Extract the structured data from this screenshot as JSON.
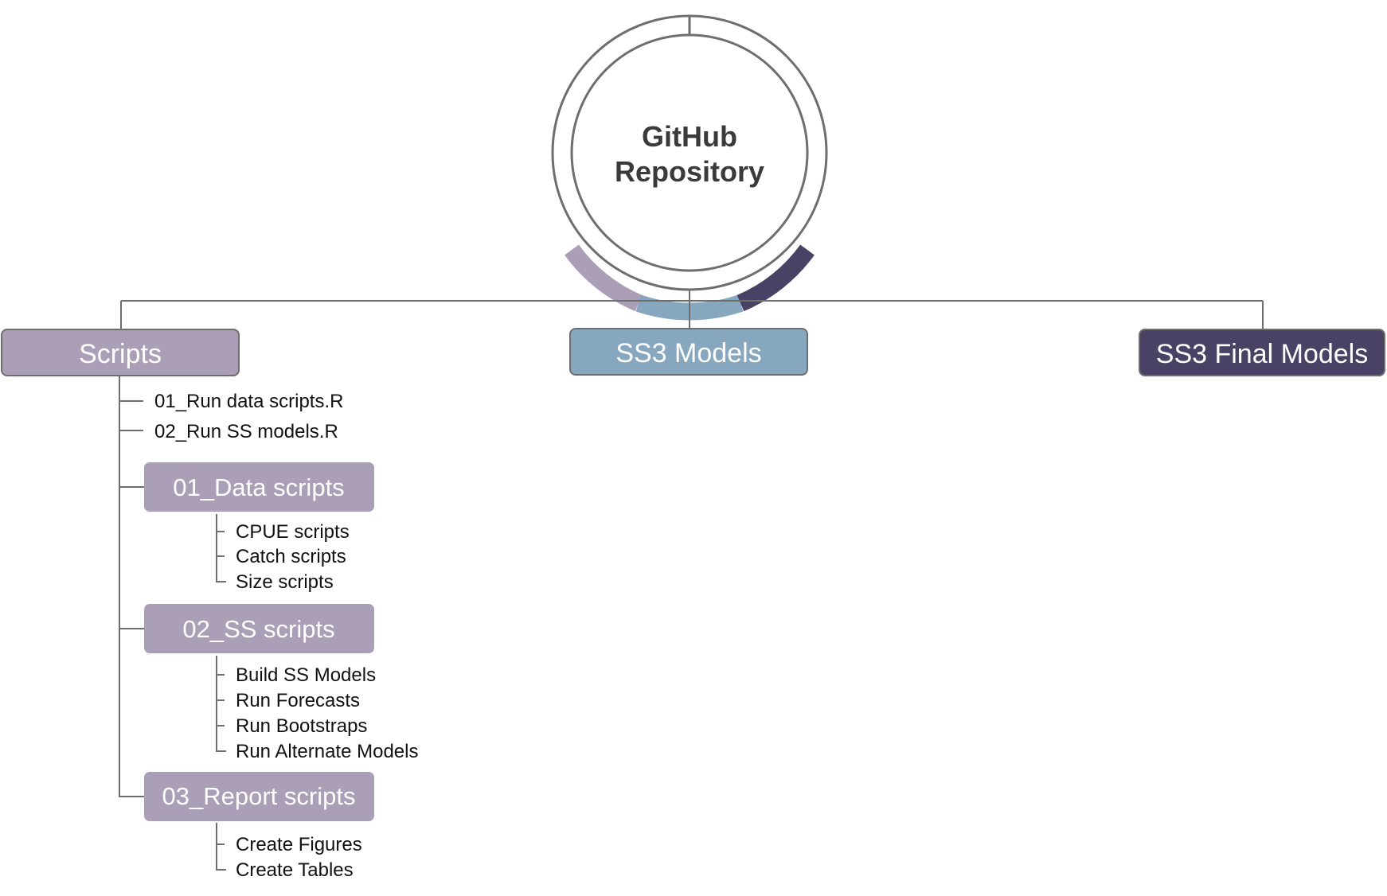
{
  "hub": {
    "title_line1": "GitHub",
    "title_line2": "Repository"
  },
  "colors": {
    "scripts": "#ab9eb7",
    "models": "#86a7bd",
    "final": "#4a4264",
    "line": "#6e6e6e"
  },
  "branches": {
    "scripts": {
      "label": "Scripts"
    },
    "models": {
      "label": "SS3 Models"
    },
    "final": {
      "label": "SS3 Final Models"
    }
  },
  "scripts": {
    "files": [
      "01_Run data scripts.R",
      "02_Run SS models.R"
    ],
    "groups": [
      {
        "label": "01_Data scripts",
        "items": [
          "CPUE scripts",
          "Catch scripts",
          "Size scripts"
        ]
      },
      {
        "label": "02_SS scripts",
        "items": [
          "Build SS Models",
          "Run Forecasts",
          "Run Bootstraps",
          "Run Alternate Models"
        ]
      },
      {
        "label": "03_Report scripts",
        "items": [
          "Create Figures",
          "Create Tables"
        ]
      }
    ]
  }
}
